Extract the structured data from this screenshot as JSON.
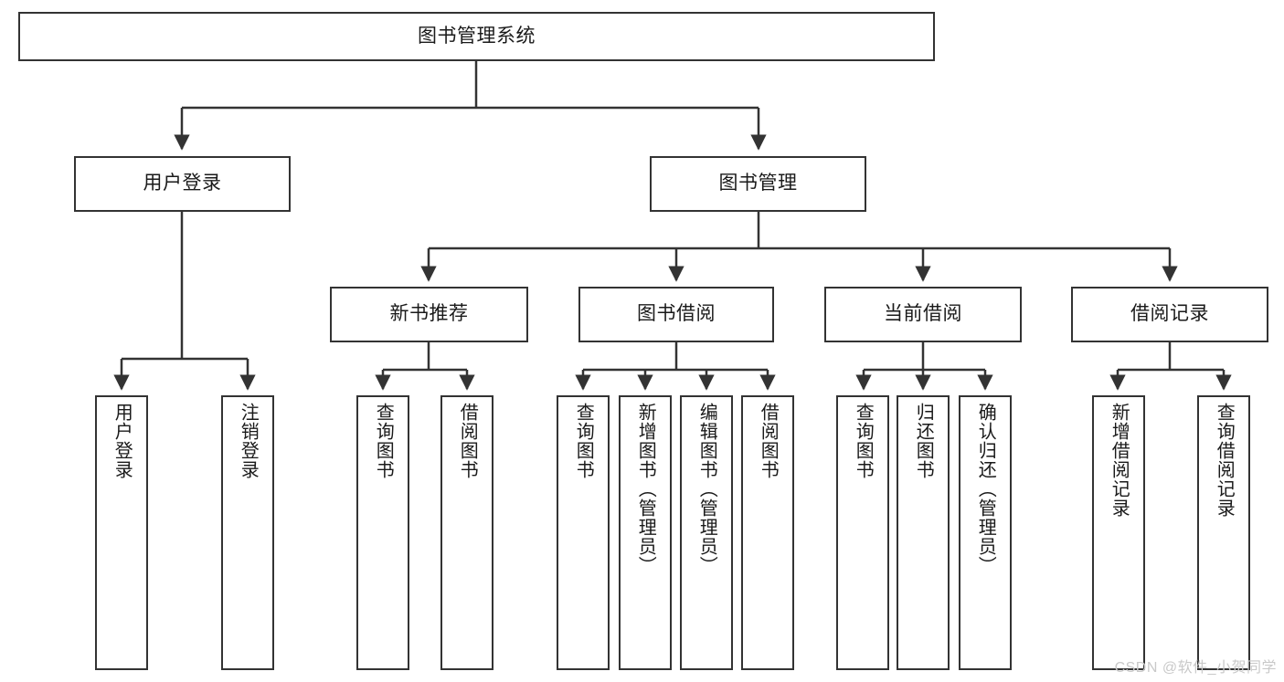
{
  "diagram": {
    "title": "图书管理系统",
    "watermark": "CSDN @软件_小贺同学",
    "colors": {
      "background": "#ffffff",
      "border": "#333333",
      "text": "#1a1a1a",
      "edge": "#333333",
      "watermark": "#c9c9c9"
    },
    "levels": {
      "root": {
        "label": "图书管理系统"
      },
      "level2": [
        {
          "id": "user-login",
          "label": "用户登录"
        },
        {
          "id": "book-management",
          "label": "图书管理"
        }
      ],
      "level3": [
        {
          "id": "new-book-recommend",
          "label": "新书推荐"
        },
        {
          "id": "book-borrow",
          "label": "图书借阅"
        },
        {
          "id": "current-borrow",
          "label": "当前借阅"
        },
        {
          "id": "borrow-record",
          "label": "借阅记录"
        }
      ],
      "leaves": {
        "user-login": [
          {
            "id": "leaf-user-login",
            "label": "用户登录"
          },
          {
            "id": "leaf-logout",
            "label": "注销登录"
          }
        ],
        "new-book-recommend": [
          {
            "id": "leaf-query-book-1",
            "label": "查询图书"
          },
          {
            "id": "leaf-borrow-book-1",
            "label": "借阅图书"
          }
        ],
        "book-borrow": [
          {
            "id": "leaf-query-book-2",
            "label": "查询图书"
          },
          {
            "id": "leaf-add-book",
            "label": "新增图书（管理员）"
          },
          {
            "id": "leaf-edit-book",
            "label": "编辑图书（管理员）"
          },
          {
            "id": "leaf-borrow-book-2",
            "label": "借阅图书"
          }
        ],
        "current-borrow": [
          {
            "id": "leaf-query-book-3",
            "label": "查询图书"
          },
          {
            "id": "leaf-return-book",
            "label": "归还图书"
          },
          {
            "id": "leaf-confirm-return",
            "label": "确认归还（管理员）"
          }
        ],
        "borrow-record": [
          {
            "id": "leaf-add-record",
            "label": "新增借阅记录"
          },
          {
            "id": "leaf-query-record",
            "label": "查询借阅记录"
          }
        ]
      }
    }
  }
}
